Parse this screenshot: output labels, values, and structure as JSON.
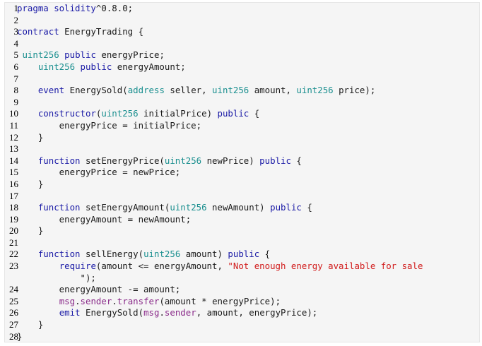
{
  "code_lines": [
    {
      "num": "1",
      "tokens": [
        [
          "kw",
          "pragma solidity"
        ],
        [
          "",
          "^0.8.0;"
        ]
      ]
    },
    {
      "num": "2",
      "tokens": []
    },
    {
      "num": "3",
      "tokens": [
        [
          "kw",
          "contract"
        ],
        [
          "",
          " EnergyTrading {"
        ]
      ]
    },
    {
      "num": "4",
      "tokens": []
    },
    {
      "num": "5",
      "tokens": [
        [
          "",
          " "
        ],
        [
          "ty",
          "uint256"
        ],
        [
          "",
          " "
        ],
        [
          "kw",
          "public"
        ],
        [
          "",
          " energyPrice;"
        ]
      ]
    },
    {
      "num": "6",
      "tokens": [
        [
          "",
          "    "
        ],
        [
          "ty",
          "uint256"
        ],
        [
          "",
          " "
        ],
        [
          "kw",
          "public"
        ],
        [
          "",
          " energyAmount;"
        ]
      ]
    },
    {
      "num": "7",
      "tokens": []
    },
    {
      "num": "8",
      "tokens": [
        [
          "",
          "    "
        ],
        [
          "kw",
          "event"
        ],
        [
          "",
          " EnergySold("
        ],
        [
          "ty",
          "address"
        ],
        [
          "",
          " seller, "
        ],
        [
          "ty",
          "uint256"
        ],
        [
          "",
          " amount, "
        ],
        [
          "ty",
          "uint256"
        ],
        [
          "",
          " price);"
        ]
      ]
    },
    {
      "num": "9",
      "tokens": []
    },
    {
      "num": "10",
      "tokens": [
        [
          "",
          "    "
        ],
        [
          "kw",
          "constructor"
        ],
        [
          "",
          "("
        ],
        [
          "ty",
          "uint256"
        ],
        [
          "",
          " initialPrice) "
        ],
        [
          "kw",
          "public"
        ],
        [
          "",
          " {"
        ]
      ]
    },
    {
      "num": "11",
      "tokens": [
        [
          "",
          "        energyPrice = initialPrice;"
        ]
      ]
    },
    {
      "num": "12",
      "tokens": [
        [
          "",
          "    }"
        ]
      ]
    },
    {
      "num": "13",
      "tokens": []
    },
    {
      "num": "14",
      "tokens": [
        [
          "",
          "    "
        ],
        [
          "kw",
          "function"
        ],
        [
          "",
          " setEnergyPrice("
        ],
        [
          "ty",
          "uint256"
        ],
        [
          "",
          " newPrice) "
        ],
        [
          "kw",
          "public"
        ],
        [
          "",
          " {"
        ]
      ]
    },
    {
      "num": "15",
      "tokens": [
        [
          "",
          "        energyPrice = newPrice;"
        ]
      ]
    },
    {
      "num": "16",
      "tokens": [
        [
          "",
          "    }"
        ]
      ]
    },
    {
      "num": "17",
      "tokens": []
    },
    {
      "num": "18",
      "tokens": [
        [
          "",
          "    "
        ],
        [
          "kw",
          "function"
        ],
        [
          "",
          " setEnergyAmount("
        ],
        [
          "ty",
          "uint256"
        ],
        [
          "",
          " newAmount) "
        ],
        [
          "kw",
          "public"
        ],
        [
          "",
          " {"
        ]
      ]
    },
    {
      "num": "19",
      "tokens": [
        [
          "",
          "        energyAmount = newAmount;"
        ]
      ]
    },
    {
      "num": "20",
      "tokens": [
        [
          "",
          "    }"
        ]
      ]
    },
    {
      "num": "21",
      "tokens": []
    },
    {
      "num": "22",
      "tokens": [
        [
          "",
          "    "
        ],
        [
          "kw",
          "function"
        ],
        [
          "",
          " sellEnergy("
        ],
        [
          "ty",
          "uint256"
        ],
        [
          "",
          " amount) "
        ],
        [
          "kw",
          "public"
        ],
        [
          "",
          " {"
        ]
      ]
    },
    {
      "num": "23",
      "tokens": [
        [
          "",
          "        "
        ],
        [
          "kw",
          "require"
        ],
        [
          "",
          "(amount <= energyAmount, "
        ],
        [
          "st",
          "\"Not enough energy available for sale"
        ]
      ]
    },
    {
      "num": "",
      "tokens": [
        [
          "",
          "            \");"
        ]
      ]
    },
    {
      "num": "24",
      "tokens": [
        [
          "",
          "        energyAmount -= amount;"
        ]
      ]
    },
    {
      "num": "25",
      "tokens": [
        [
          "",
          "        "
        ],
        [
          "mm",
          "msg"
        ],
        [
          "",
          "."
        ],
        [
          "mm",
          "sender"
        ],
        [
          "",
          "."
        ],
        [
          "mm",
          "transfer"
        ],
        [
          "",
          "(amount * energyPrice);"
        ]
      ]
    },
    {
      "num": "26",
      "tokens": [
        [
          "",
          "        "
        ],
        [
          "kw",
          "emit"
        ],
        [
          "",
          " EnergySold("
        ],
        [
          "mm",
          "msg"
        ],
        [
          "",
          "."
        ],
        [
          "mm",
          "sender"
        ],
        [
          "",
          ", amount, energyPrice);"
        ]
      ]
    },
    {
      "num": "27",
      "tokens": [
        [
          "",
          "    }"
        ]
      ]
    },
    {
      "num": "28",
      "tokens": [
        [
          "",
          "}"
        ]
      ]
    }
  ],
  "colors": {
    "background": "#f5f5f5",
    "keyword": "#1a1aa6",
    "type": "#1a8f8f",
    "member": "#8a2b8a",
    "string": "#d11b1b",
    "text": "#1a1a1a"
  }
}
